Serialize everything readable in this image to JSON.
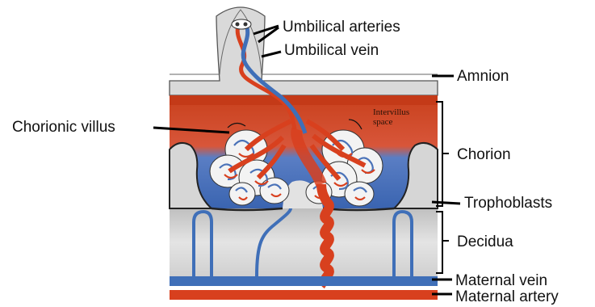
{
  "labels": {
    "umbilical_arteries": "Umbilical arteries",
    "umbilical_vein": "Umbilical vein",
    "amnion": "Amnion",
    "chorionic_villus": "Chorionic villus",
    "chorion": "Chorion",
    "trophoblasts": "Trophoblasts",
    "decidua": "Decidua",
    "maternal_vein": "Maternal vein",
    "maternal_artery": "Maternal artery",
    "intervillus_line1": "Intervillus",
    "intervillus_line2": "space"
  },
  "colors": {
    "artery_red": "#d8401e",
    "vein_blue": "#3f6fb8",
    "amnion_gray": "#d9d9d9",
    "decidua_gray": "#dcdcdc"
  }
}
